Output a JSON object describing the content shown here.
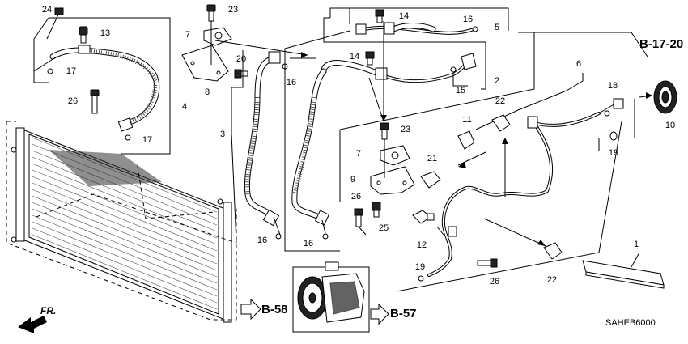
{
  "callouts": {
    "c1": "1",
    "c2": "2",
    "c3": "3",
    "c4": "4",
    "c5": "5",
    "c6": "6",
    "c7a": "7",
    "c7b": "7",
    "c8": "8",
    "c9": "9",
    "c10": "10",
    "c11": "11",
    "c12": "12",
    "c13": "13",
    "c14a": "14",
    "c14b": "14",
    "c15": "15",
    "c16a": "16",
    "c16b": "16",
    "c16c": "16",
    "c16d": "16",
    "c17a": "17",
    "c17b": "17",
    "c18": "18",
    "c19a": "19",
    "c19b": "19",
    "c20": "20",
    "c21": "21",
    "c22a": "22",
    "c22b": "22",
    "c23a": "23",
    "c23b": "23",
    "c24": "24",
    "c25": "25",
    "c26a": "26",
    "c26b": "26",
    "c26c": "26"
  },
  "refs": {
    "b17": "B-17-20",
    "b58": "B-58",
    "b57": "B-57"
  },
  "front_label": "FR.",
  "diagram_code": "SAHEB6000"
}
